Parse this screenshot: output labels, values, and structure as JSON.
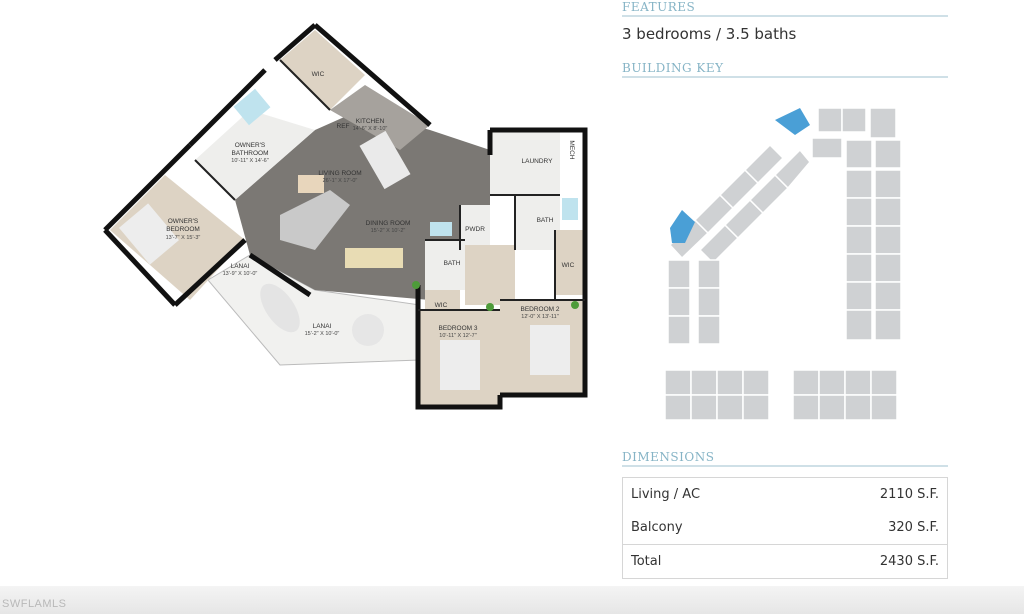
{
  "features": {
    "heading": "FEATURES",
    "value": "3 bedrooms / 3.5 baths"
  },
  "building_key": {
    "heading": "BUILDING KEY"
  },
  "dimensions": {
    "heading": "DIMENSIONS",
    "rows": [
      {
        "label": "Living / AC",
        "value": "2110 S.F."
      },
      {
        "label": "Balcony",
        "value": "320 S.F."
      },
      {
        "label": "Total",
        "value": "2430 S.F."
      }
    ]
  },
  "floorplan": {
    "rooms": {
      "wic_top": "WIC",
      "owners_bathroom": "OWNER'S\nBATHROOM",
      "owners_bathroom_dim": "10'-11\" X 14'-6\"",
      "ref": "REF",
      "kitchen": "KITCHEN",
      "kitchen_dim": "14'-6\" X 8'-10\"",
      "living_room": "LIVING ROOM",
      "living_room_dim": "26'-1\" X 17'-0\"",
      "dining_room": "DINING ROOM",
      "dining_room_dim": "15'-2\" X 10'-2\"",
      "owners_bedroom": "OWNER'S\nBEDROOM",
      "owners_bedroom_dim": "13'-7\" X 15'-3\"",
      "lanai_1": "LANAI",
      "lanai_1_dim": "13'-9\" X 10'-0\"",
      "lanai_2": "LANAI",
      "lanai_2_dim": "15'-2\" X 10'-0\"",
      "laundry": "LAUNDRY",
      "mech": "MECH",
      "bath_1": "BATH",
      "bath_2": "BATH",
      "pwdr": "PWDR",
      "wic_2": "WIC",
      "wic_3": "WIC",
      "bedroom_2": "BEDROOM 2",
      "bedroom_2_dim": "12'-0\" X 13'-11\"",
      "bedroom_3": "BEDROOM 3",
      "bedroom_3_dim": "10'-11\" X 12'-7\""
    }
  },
  "watermark": "SWFLAMLS",
  "colors": {
    "accent": "#86b4c6",
    "highlight_unit": "#4a9fd6",
    "wall": "#111111",
    "wood_floor": "#7b7874",
    "carpet": "#ddd3c4",
    "building_grey": "#cfd1d3"
  }
}
